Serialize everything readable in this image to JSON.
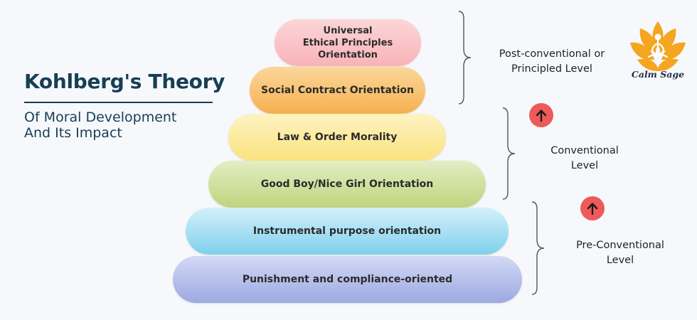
{
  "title": {
    "main": "Kohlberg's Theory",
    "sub_line1": "Of Moral Development",
    "sub_line2": "And Its Impact"
  },
  "stages": [
    {
      "lines": [
        "Universal",
        "Ethical Principles",
        "Orientation"
      ],
      "color": "#f9b3b8",
      "color_light": "#fbd6d8"
    },
    {
      "lines": [
        "Social Contract Orientation"
      ],
      "color": "#f6b04e",
      "color_light": "#fbd79c"
    },
    {
      "lines": [
        "Law & Order Morality"
      ],
      "color": "#fbe27e",
      "color_light": "#fdf3c3"
    },
    {
      "lines": [
        "Good Boy/Nice Girl Orientation"
      ],
      "color": "#bed47d",
      "color_light": "#e3eec4"
    },
    {
      "lines": [
        "Instrumental purpose orientation"
      ],
      "color": "#7fd0ec",
      "color_light": "#d4f0fb"
    },
    {
      "lines": [
        "Punishment and compliance-oriented"
      ],
      "color": "#9da9e2",
      "color_light": "#d3d9f5"
    }
  ],
  "levels": {
    "post": [
      "Post-conventional or",
      "Principled Level"
    ],
    "conventional": [
      "Conventional",
      "Level"
    ],
    "pre": [
      "Pre-Conventional",
      "Level"
    ]
  },
  "arrow_color": "#ee5a5a",
  "logo": {
    "text": "Calm Sage",
    "icon": "lotus-meditation-icon",
    "color": "#f5a51f"
  }
}
